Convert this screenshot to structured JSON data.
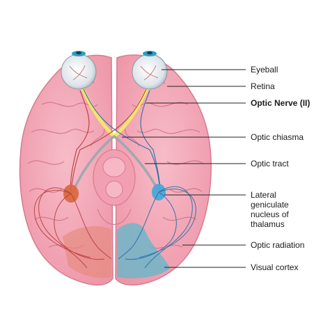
{
  "labels": {
    "eyeball": "Eyeball",
    "retina": "Retina",
    "optic_nerve": "Optic Nerve (II)",
    "optic_chiasma": "Optic chiasma",
    "optic_tract": "Optic tract",
    "lgn_line1": "Lateral",
    "lgn_line2": "geniculate",
    "lgn_line3": "nucleus of",
    "lgn_line4": "thalamus",
    "optic_radiation": "Optic radiation",
    "visual_cortex": "Visual cortex"
  },
  "colors": {
    "brain": "#f4a7b5",
    "brain_dark": "#d9708a",
    "gyri_line": "#c9667f",
    "optic_nerve": "#f2e66a",
    "left_pathway": "#b83c3c",
    "right_pathway": "#2d6fa8",
    "visual_cortex_right": "#6fb6c9",
    "visual_cortex_left": "#e58a7d",
    "lgn_right": "#4aa8d8",
    "lgn_left": "#d9663a",
    "eyeball": "#eef2f6",
    "iris": "#2a9fc4"
  }
}
